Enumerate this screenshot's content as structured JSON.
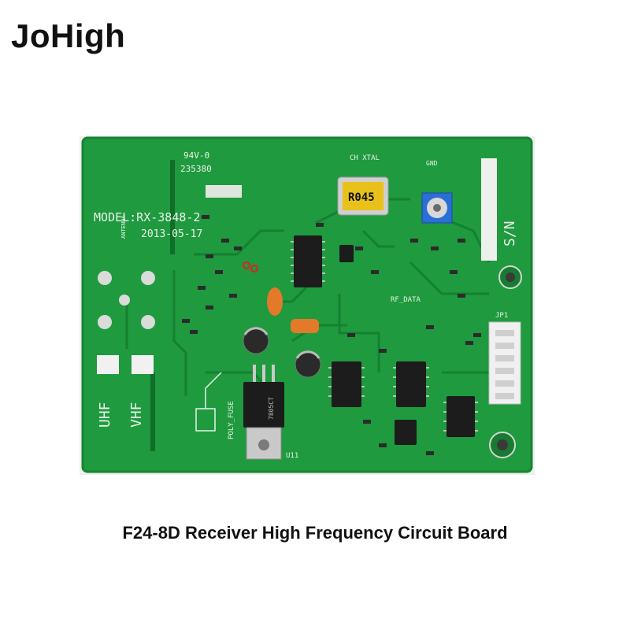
{
  "brand": "JoHigh",
  "caption": "F24-8D Receiver High Frequency Circuit Board",
  "board": {
    "model": "MODEL:RX-3848-2",
    "date": "2013-05-17",
    "ul_rating": "94V-0",
    "ul_number": "235380",
    "crystal_header": "CH XTAL",
    "crystal_label": "R045",
    "antenna": "ANTENNA",
    "uhf": "UHF",
    "vhf": "VHF",
    "sn": "S/N",
    "gnd": "GND",
    "jp1": "JP1",
    "poly_fuse": "POLY_FUSE",
    "rf_data": "RF_DATA",
    "regulator": "7805CT",
    "u11": "U11",
    "colors": {
      "pcb": "#1f9a3e",
      "pcb_dark": "#117a2c",
      "silk": "#e8f2e8",
      "crystal": "#e8c21a",
      "pot": "#2a6ed6"
    }
  }
}
